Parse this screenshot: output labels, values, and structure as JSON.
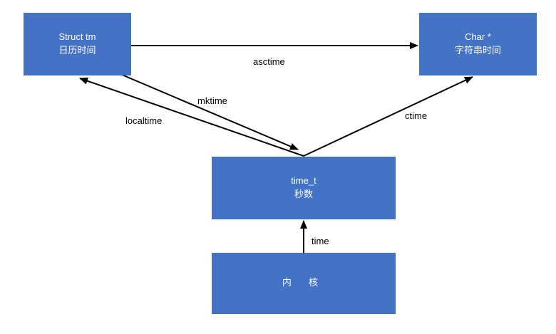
{
  "nodes": {
    "struct_tm": {
      "title": "Struct tm",
      "subtitle": "日历时间"
    },
    "char_ptr": {
      "title": "Char *",
      "subtitle": "字符串时间"
    },
    "time_t": {
      "title": "time_t",
      "subtitle": "秒数"
    },
    "kernel": {
      "title": "内 核"
    }
  },
  "edges": {
    "asctime": "asctime",
    "mktime": "mktime",
    "localtime": "localtime",
    "ctime": "ctime",
    "time": "time"
  },
  "colors": {
    "box_fill": "#4472C4",
    "box_text": "#FFFFFF",
    "arrow": "#000000"
  }
}
